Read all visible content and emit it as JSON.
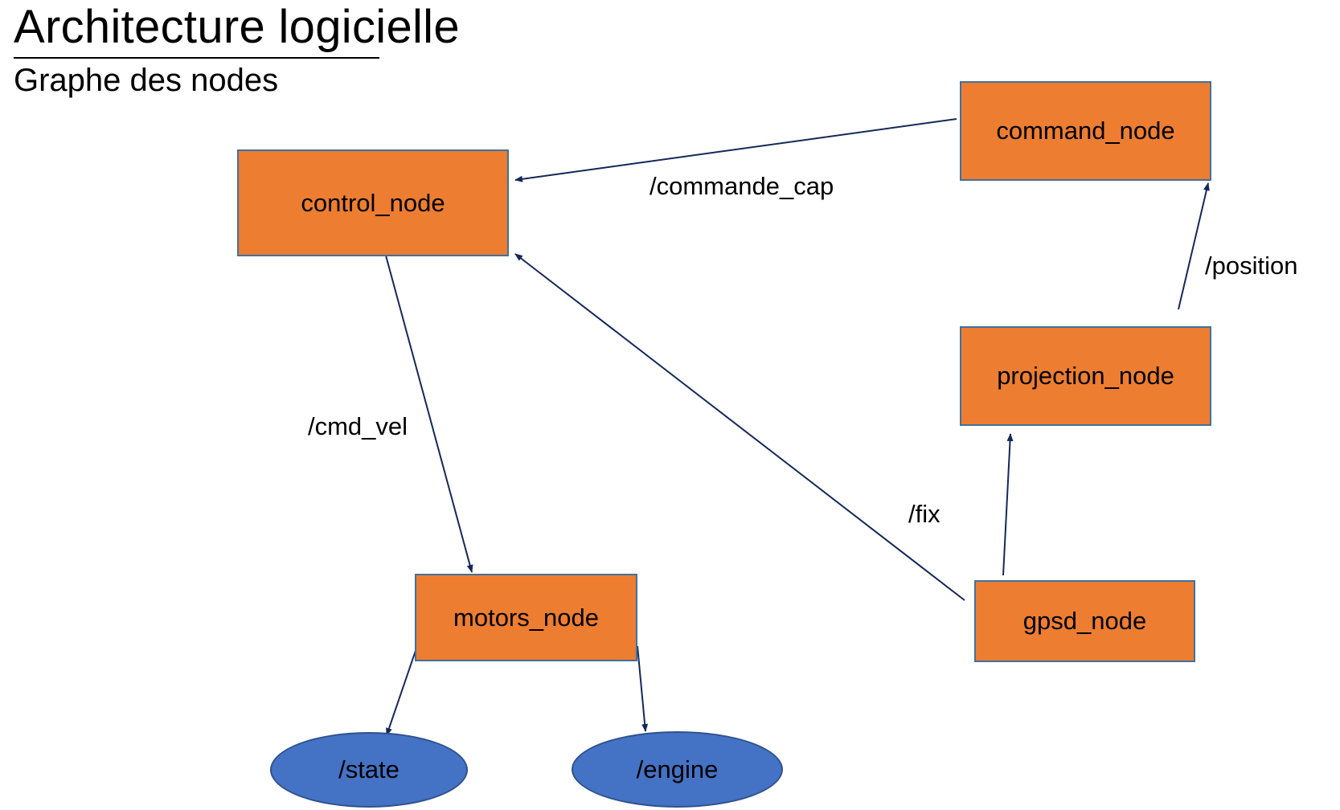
{
  "header": {
    "title": "Architecture logicielle",
    "subtitle": "Graphe des nodes"
  },
  "colors": {
    "node_fill": "#ED7D31",
    "node_border": "#41719C",
    "topic_fill": "#4472C4",
    "topic_border": "#2F528F",
    "edge": "#14285A"
  },
  "nodes": {
    "control": "control_node",
    "command": "command_node",
    "projection": "projection_node",
    "motors": "motors_node",
    "gpsd": "gpsd_node"
  },
  "topics": {
    "state": "/state",
    "engine": "/engine"
  },
  "edge_labels": {
    "commande_cap": "/commande_cap",
    "position": "/position",
    "cmd_vel": "/cmd_vel",
    "fix": "/fix"
  }
}
